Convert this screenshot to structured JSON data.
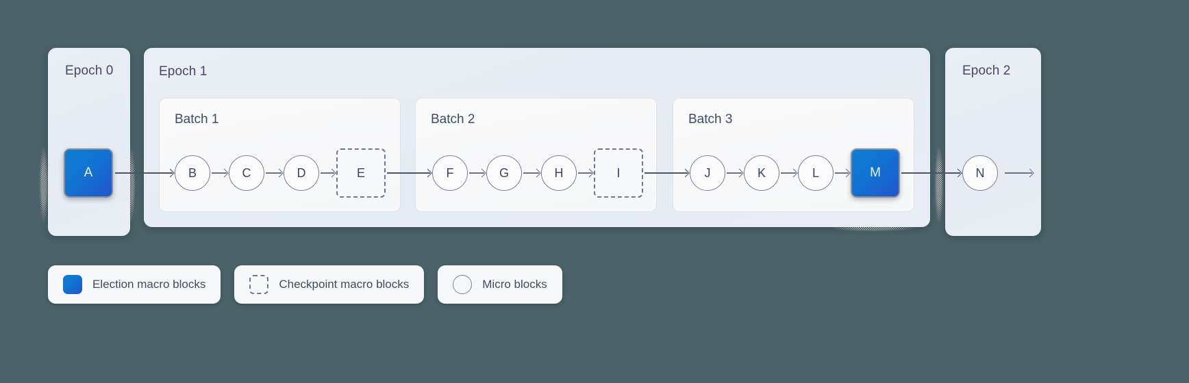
{
  "background_color": "#4a6268",
  "accent_color": "#1273d1",
  "text_color": "#3f4a66",
  "stroke_color": "#7a809a",
  "epochs": [
    {
      "title": "Epoch 0"
    },
    {
      "title": "Epoch 1"
    },
    {
      "title": "Epoch 2"
    }
  ],
  "batches": [
    {
      "title": "Batch 1"
    },
    {
      "title": "Batch 2"
    },
    {
      "title": "Batch 3"
    }
  ],
  "blocks": {
    "a": "A",
    "b": "B",
    "c": "C",
    "d": "D",
    "e": "E",
    "f": "F",
    "g": "G",
    "h": "H",
    "i": "I",
    "j": "J",
    "k": "K",
    "l": "L",
    "m": "M",
    "n": "N"
  },
  "legend": {
    "items": [
      {
        "label": "Election macro blocks",
        "icon": "filled-square-icon",
        "color": "#1273d1"
      },
      {
        "label": "Checkpoint macro blocks",
        "icon": "dashed-square-icon",
        "color": "#6e7691"
      },
      {
        "label": "Micro blocks",
        "icon": "circle-outline-icon",
        "color": "#7a809a"
      }
    ]
  }
}
